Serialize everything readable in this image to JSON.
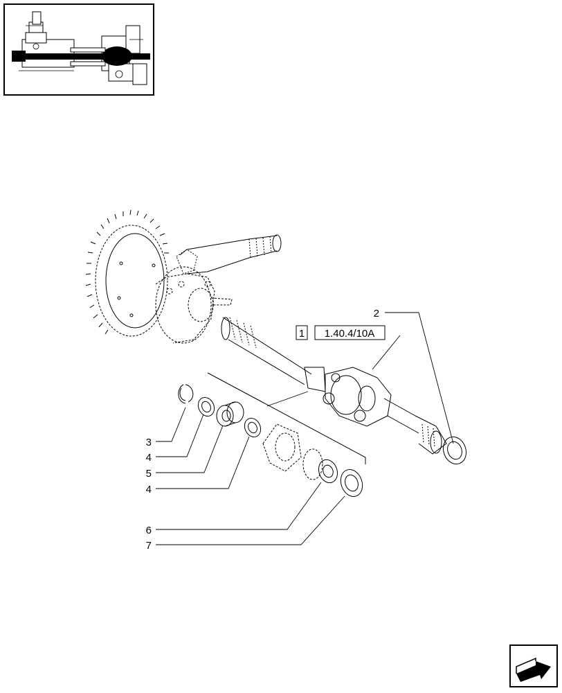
{
  "callouts": {
    "part_2": "2",
    "part_3": "3",
    "part_4a": "4",
    "part_5": "5",
    "part_4b": "4",
    "part_6": "6",
    "part_7": "7"
  },
  "reference": {
    "index": "1",
    "code": "1.40.4/10A"
  },
  "icons": {
    "nav": "next-page-arrow-icon",
    "thumbnail": "axle-thumbnail-icon"
  }
}
